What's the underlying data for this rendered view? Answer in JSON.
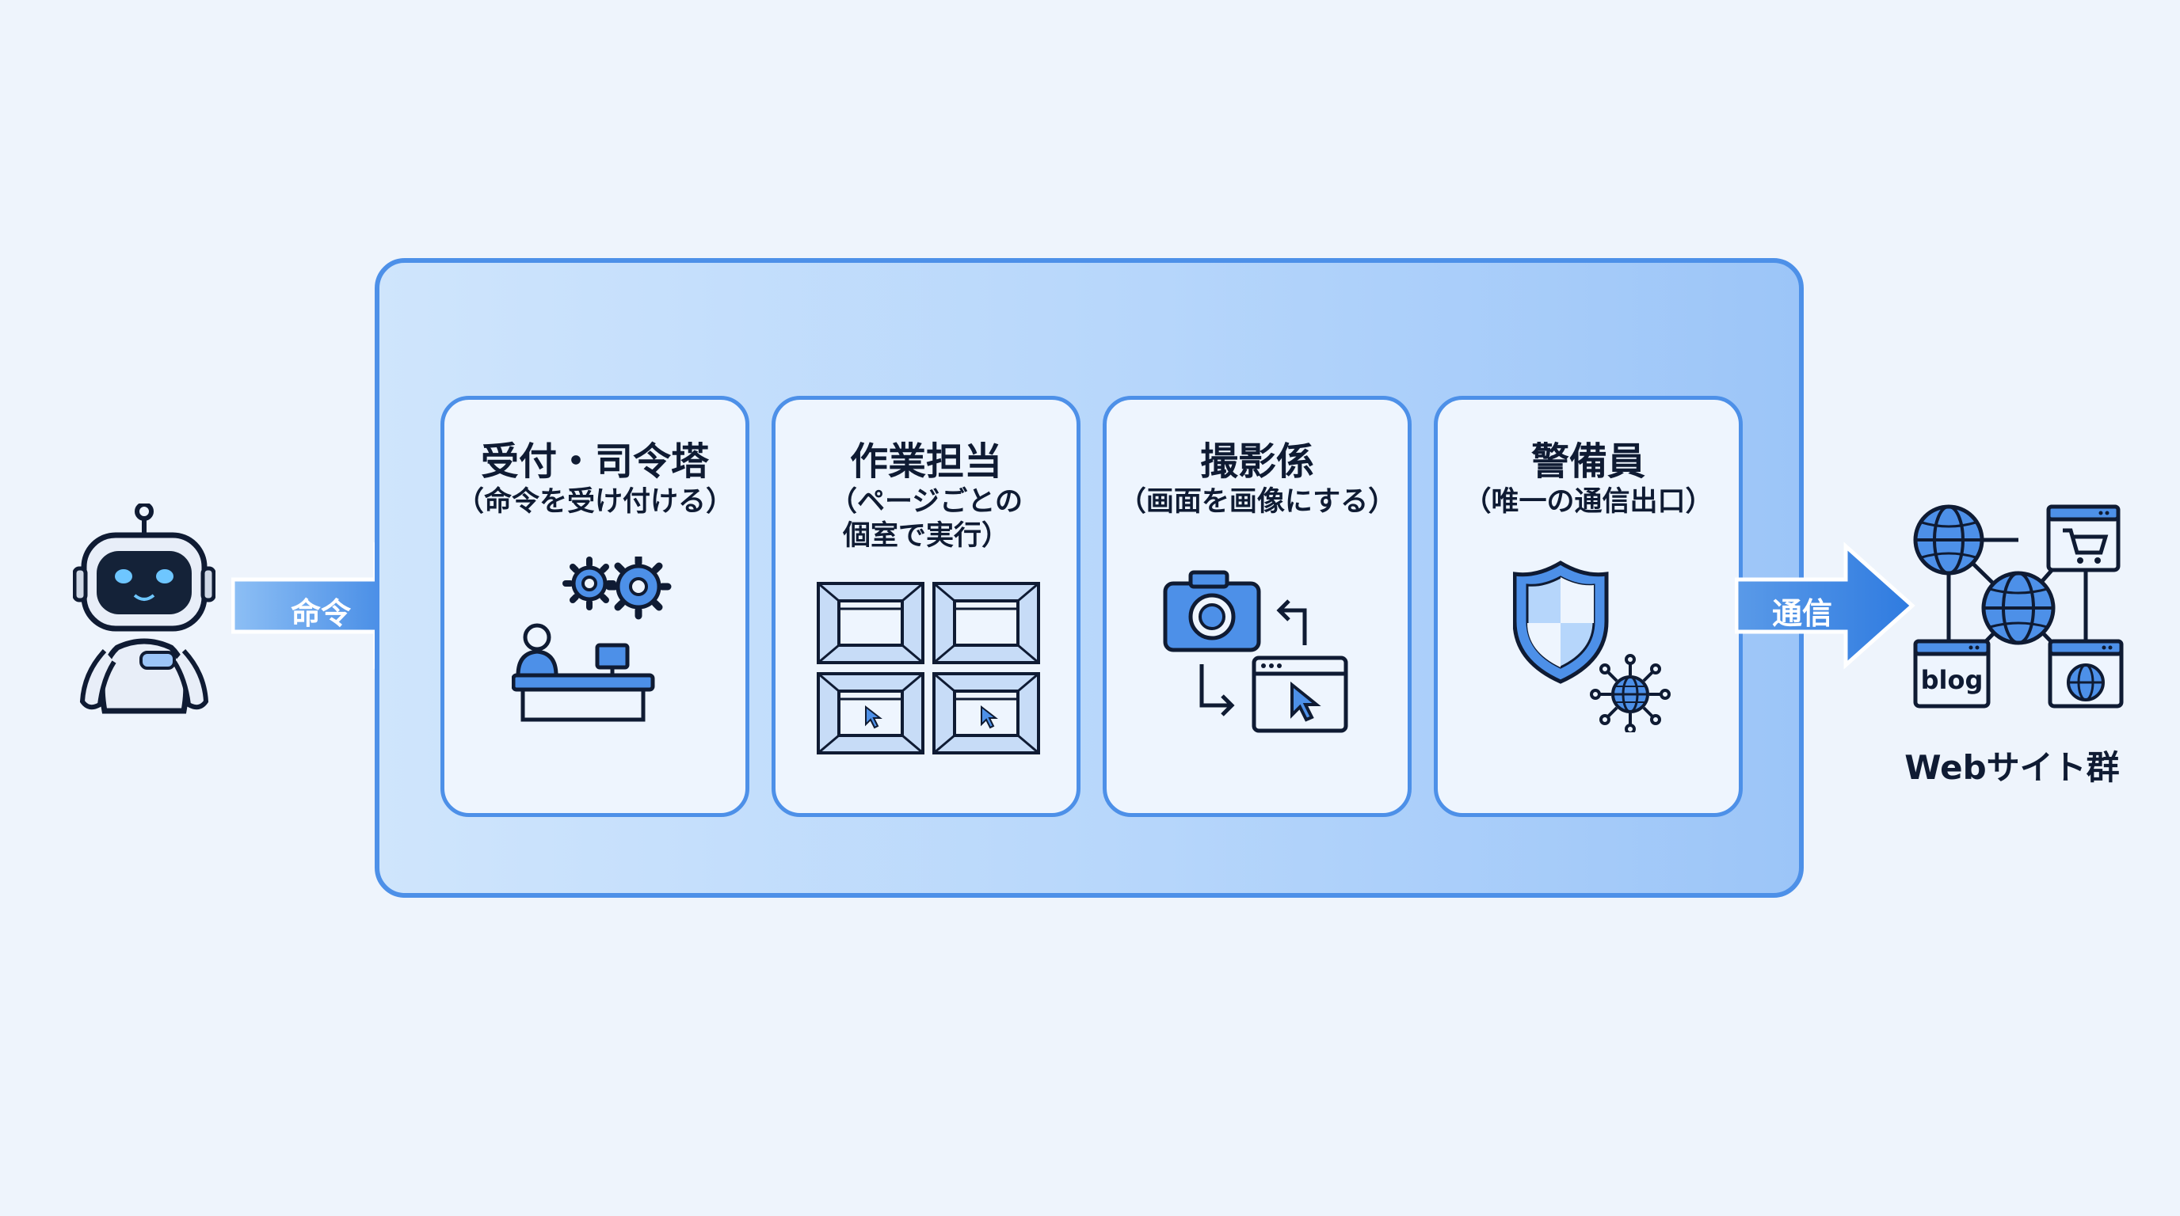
{
  "arrows": {
    "command_label": "命令",
    "communication_label": "通信"
  },
  "cards": [
    {
      "title": "受付・司令塔",
      "subtitle": "（命令を受け付ける）"
    },
    {
      "title": "作業担当",
      "subtitle": "（ページごとの\n個室で実行）"
    },
    {
      "title": "撮影係",
      "subtitle": "（画面を画像にする）"
    },
    {
      "title": "警備員",
      "subtitle": "（唯一の通信出口）"
    }
  ],
  "websites": {
    "label": "Webサイト群",
    "blog_text": "blog"
  },
  "colors": {
    "accent": "#4d90e8",
    "accent_dark": "#2f6fd0",
    "panel_light": "#cfe5fc",
    "card_bg": "#eef5fe",
    "ink": "#0f1b33"
  },
  "icons": [
    "robot-icon",
    "gears-icon",
    "desk-person-icon",
    "browser-window-icon",
    "camera-icon",
    "shield-icon",
    "network-node-icon",
    "globe-icon",
    "cart-icon"
  ]
}
